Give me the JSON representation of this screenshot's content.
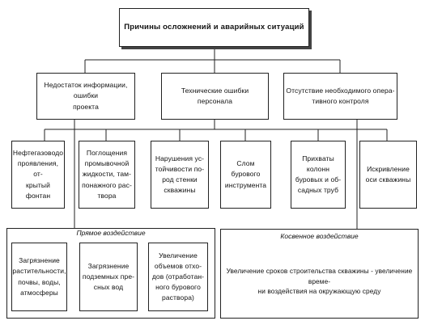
{
  "diagram": {
    "title": "Причины осложнений и аварийных ситуаций",
    "level1": [
      {
        "id": "info",
        "label": "Недостаток информации, ошибки\nпроекта"
      },
      {
        "id": "tech",
        "label": "Технические ошибки\nперсонала"
      },
      {
        "id": "control",
        "label": "Отсутствие необходимого опера-\nтивного контроля"
      }
    ],
    "level2": [
      {
        "id": "gas",
        "label": "Нефтегазоводо\nпроявления, от-\nкрытый фонтан"
      },
      {
        "id": "loss",
        "label": "Поглощения\nпромывочной\nжидкости, там-\nпонажного рас-\nтвора"
      },
      {
        "id": "stability",
        "label": "Нарушения ус-\nтойчивости по-\nрод стенки\nскважины"
      },
      {
        "id": "breakage",
        "label": "Слом\nбурового\nинструмента"
      },
      {
        "id": "sticking",
        "label": "Прихваты\nколонн\nбуровых и об-\nсадных труб"
      },
      {
        "id": "curvature",
        "label": "Искривление\nоси скважины"
      }
    ],
    "direct": {
      "caption": "Прямое воздействие",
      "items": [
        {
          "id": "pollution",
          "label": "Загрязнение\nрастительности,\nпочвы, воды,\nатмосферы"
        },
        {
          "id": "groundwater",
          "label": "Загрязнение\nподземных пре-\nсных вод"
        },
        {
          "id": "waste",
          "label": "Увеличение\nобъемов отхо-\nдов (отработан-\nного бурового\nраствора)"
        }
      ]
    },
    "indirect": {
      "caption": "Косвенное воздействие",
      "text": "Увеличение сроков строительства скважины - увеличение време-\nни воздействия на окружающую среду"
    }
  }
}
